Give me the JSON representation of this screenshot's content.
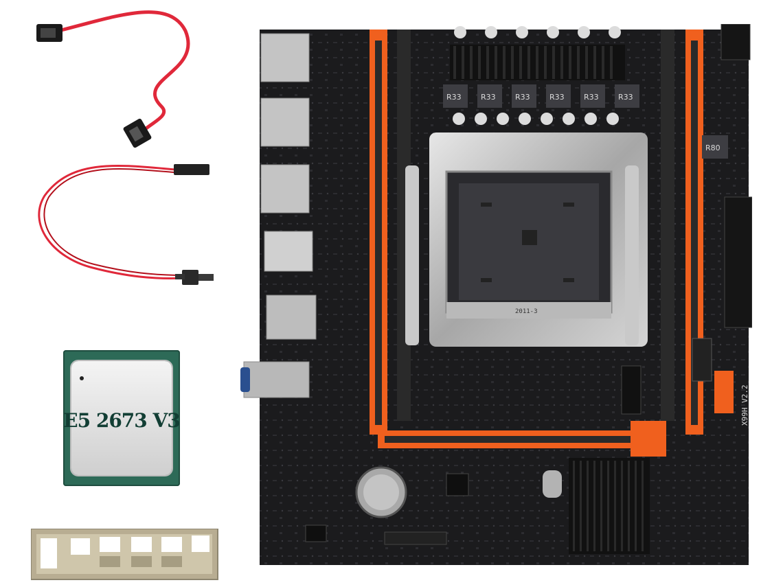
{
  "product": {
    "cpu_label": "E5 2673 V3",
    "board_model": "X99H V2.2",
    "socket_text": "2011-3",
    "inductor_label": "R33",
    "inductor_label_right": "R80"
  },
  "colors": {
    "pcb": "#1b1b1d",
    "slot_accent": "#f0601e",
    "cable_red": "#e0283a",
    "cpu_substrate": "#2d6a57",
    "io_shield": "#b8ad92"
  }
}
